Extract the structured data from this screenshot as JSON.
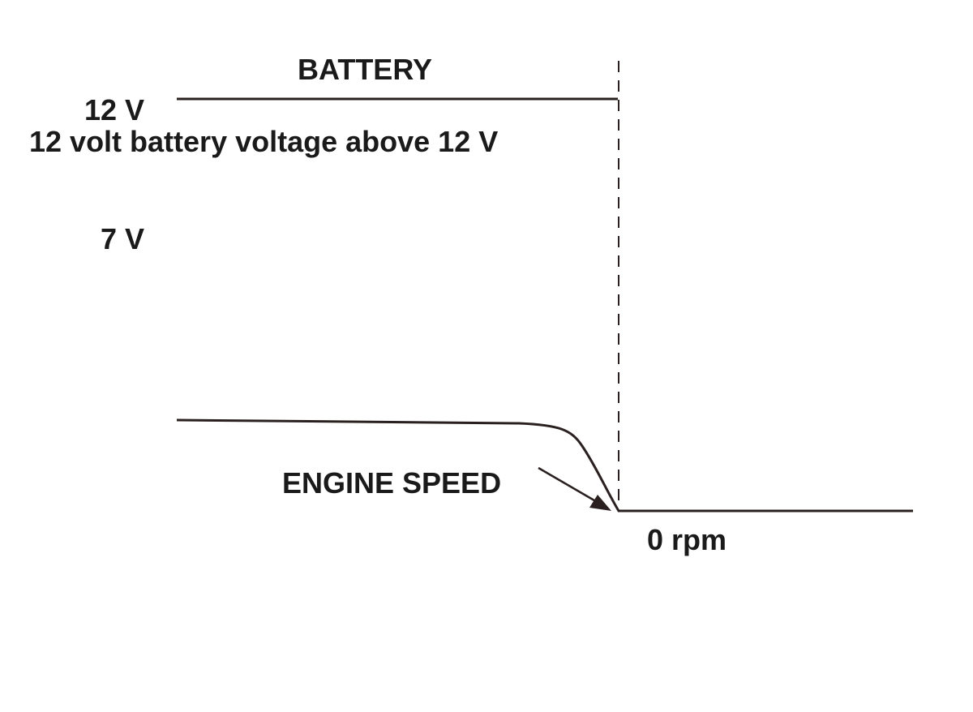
{
  "labels": {
    "battery": "BATTERY",
    "voltage_12": "12 V",
    "battery_description": "12 volt battery voltage above 12 V",
    "voltage_7": "7 V",
    "engine_speed": "ENGINE SPEED",
    "zero_rpm": "0 rpm"
  },
  "colors": {
    "line": "#2a2020",
    "text": "#1a1a1a",
    "background": "#ffffff"
  }
}
